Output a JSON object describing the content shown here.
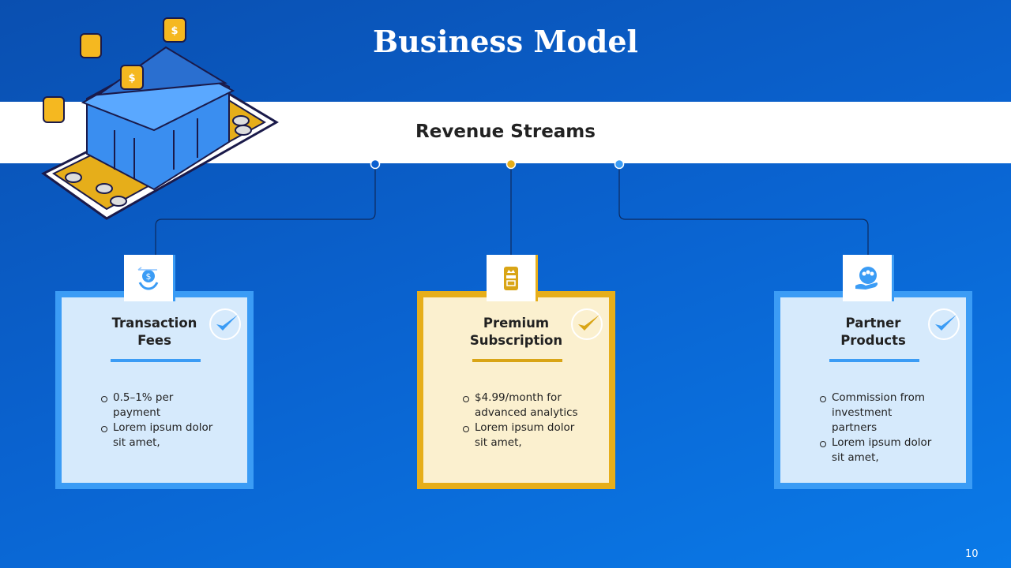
{
  "header": {
    "title": "Business Model",
    "subtitle": "Revenue Streams"
  },
  "colors": {
    "blue": "#3b9cf5",
    "blue_fill": "#d6eafc",
    "gold": "#e6ae1a",
    "gold_fill": "#fbf0cf",
    "navy": "#0d2a5e"
  },
  "cards": [
    {
      "title_line1": "Transaction",
      "title_line2": "Fees",
      "icon": "dollar-exchange-hands-icon",
      "bullets": [
        "0.5–1% per payment",
        "Lorem ipsum dolor sit amet,"
      ]
    },
    {
      "title_line1": "Premium",
      "title_line2": "Subscription",
      "icon": "premium-crown-mobile-icon",
      "bullets": [
        "$4.99/month for advanced analytics",
        "Lorem ipsum dolor sit amet,"
      ]
    },
    {
      "title_line1": "Partner",
      "title_line2": "Products",
      "icon": "partners-hand-icon",
      "bullets": [
        "Commission from investment partners",
        "Lorem ipsum dolor sit amet,"
      ]
    }
  ],
  "page_number": "10"
}
